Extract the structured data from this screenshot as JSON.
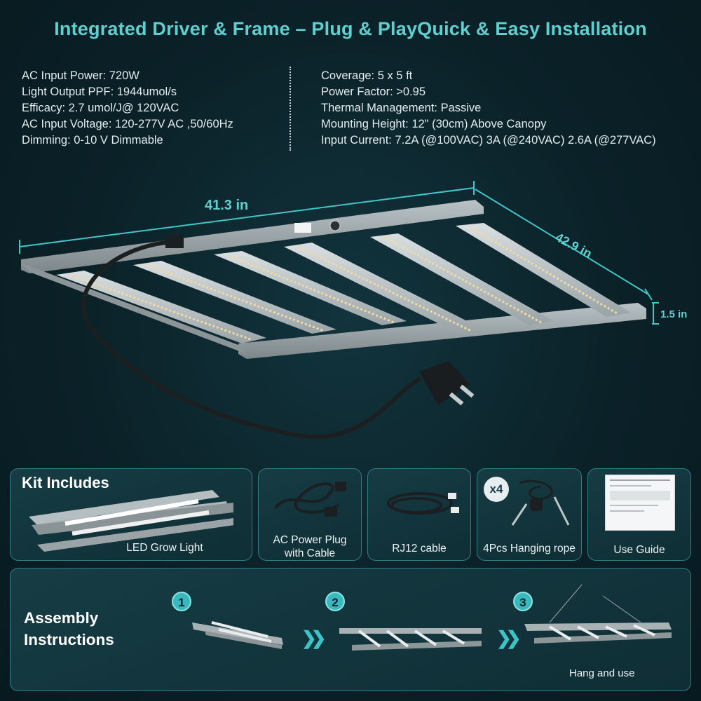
{
  "title": "Integrated Driver & Frame – Plug &  PlayQuick & Easy Installation",
  "specs_left": [
    "AC Input Power: 720W",
    "Light Output PPF: 1944umol/s",
    "Efficacy: 2.7 umol/J@ 120VAC",
    "AC Input Voltage: 120-277V AC ,50/60Hz",
    "Dimming: 0-10 V Dimmable"
  ],
  "specs_right": [
    "Coverage: 5 x 5 ft",
    "Power Factor: >0.95",
    "Thermal Management: Passive",
    "Mounting Height: 12\" (30cm) Above Canopy",
    "Input Current: 7.2A (@100VAC) 3A (@240VAC) 2.6A (@277VAC)"
  ],
  "dimensions": {
    "width": "41.3 in",
    "depth": "42.9 in",
    "height": "1.5 in"
  },
  "kit": {
    "title": "Kit Includes",
    "items": [
      "LED Grow Light",
      "AC Power Plug\nwith Cable",
      "RJ12 cable",
      "4Pcs Hanging rope",
      "Use Guide"
    ],
    "rope_badge": "x4"
  },
  "assembly": {
    "title_line1": "Assembly",
    "title_line2": "Instructions",
    "steps": [
      "1",
      "2",
      "3"
    ],
    "step3_label": "Hang and use"
  },
  "colors": {
    "accent": "#5fd0cf",
    "background": "#0b2128",
    "panel_border": "#2f7e86"
  }
}
